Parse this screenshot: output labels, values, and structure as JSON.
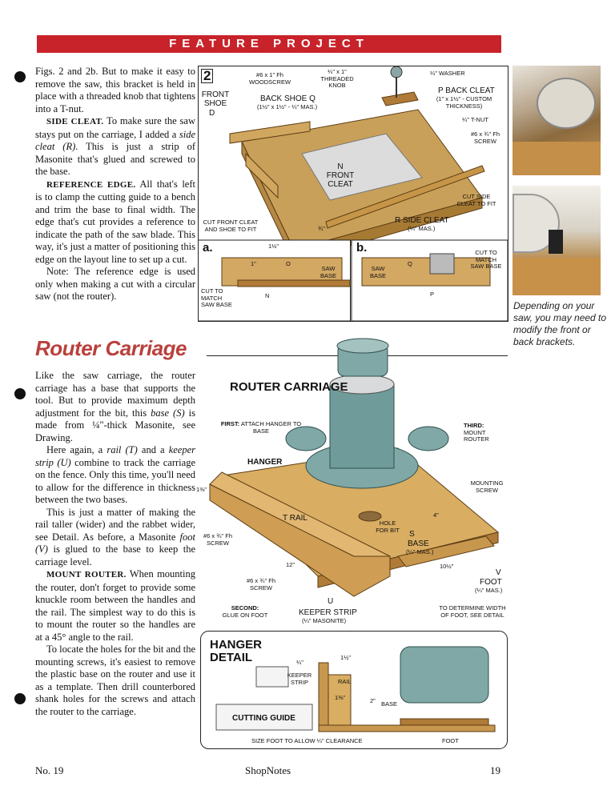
{
  "banner": "FEATURE PROJECT",
  "top_text": {
    "p1": "Figs. 2 and 2b. But to make it easy to remove the saw, this bracket is held in place with a threaded knob that tightens into a T-nut.",
    "p2_head": "SIDE CLEAT.",
    "p2_a": " To make sure the saw stays put on the carriage, I added a ",
    "p2_em": "side cleat (R)",
    "p2_b": ". This is just a strip of Masonite that's glued and screwed to the base.",
    "p3_head": "REFERENCE EDGE.",
    "p3": " All that's left is to clamp the cutting guide to a bench and trim the base to final width. The edge that's cut provides a reference to indicate the path of the saw blade. This way, it's just a matter of positioning this edge on the layout line to set up a cut.",
    "p4": "Note: The reference edge is used only when making a cut with a circular saw (not the router)."
  },
  "section_title": "Router Carriage",
  "bottom_text": {
    "p1_a": "Like the saw carriage, the router carriage has a base that supports the tool. But to provide maximum depth adjustment for the bit, this ",
    "p1_em": "base (S)",
    "p1_b": " is made from ¼\"-thick Masonite, see Drawing.",
    "p2_a": "Here again, a ",
    "p2_em1": "rail (T)",
    "p2_b": " and a ",
    "p2_em2": "keeper strip (U)",
    "p2_c": " combine to track the carriage on the fence. Only this time, you'll need to allow for the difference in thickness between the two bases.",
    "p3": "This is just a matter of making the rail taller (wider) and the rabbet wider, see Detail. As before, a Masonite ",
    "p3_em": "foot (V)",
    "p3_b": " is glued to the base to keep the carriage level.",
    "p4_head": "MOUNT ROUTER.",
    "p4": " When mounting the router, don't forget to provide some knuckle room between the handles and the rail. The simplest way to do this is to mount the router so the handles are at a 45° angle to the rail.",
    "p5": "To locate the holes for the bit and the mounting screws, it's easiest to remove the plastic base on the router and use it as a template. Then drill counterbored shank holes for the screws and attach the router to the carriage."
  },
  "caption": "Depending on your saw, you may need to modify the front or back brackets.",
  "fig2": {
    "number": "2",
    "front_shoe": "FRONT SHOE",
    "front_shoe_key": "D",
    "woodscrew": "#6 x 1\" Fh WOODSCREW",
    "threaded_knob": "¼\" x 1\" THREADED KNOB",
    "washer": "¼\" WASHER",
    "back_cleat": "BACK CLEAT",
    "back_cleat_key": "P",
    "back_cleat_dims": "(1\" x 1½\" - CUSTOM THICKNESS)",
    "back_shoe": "BACK SHOE",
    "back_shoe_key": "Q",
    "back_shoe_dims": "(1½\" x 1½\" - ¼\" MAS.)",
    "tnut": "¼\" T-NUT",
    "screw": "#6 x ¾\" Fh SCREW",
    "front_cleat": "FRONT CLEAT",
    "front_cleat_key": "N",
    "cut_side": "CUT SIDE CLEAT TO FIT",
    "side_cleat": "SIDE CLEAT",
    "side_cleat_key": "R",
    "side_cleat_dims": "(¼\" MAS.)",
    "cut_front": "CUT FRONT CLEAT AND SHOE TO FIT",
    "dim_34": "¾\"",
    "a_label": "a.",
    "a_dim_top": "1½\"",
    "a_dim_1": "1\"",
    "a_key_o": "O",
    "a_saw_base": "SAW BASE",
    "a_key_n": "N",
    "a_cut": "CUT TO MATCH SAW BASE",
    "b_label": "b.",
    "b_saw_base": "SAW BASE",
    "b_key_q": "Q",
    "b_key_p": "P",
    "b_cut": "CUT TO MATCH SAW BASE"
  },
  "router_fig": {
    "title": "ROUTER CARRIAGE",
    "first_head": "FIRST:",
    "first": "ATTACH HANGER TO BASE",
    "third_head": "THIRD:",
    "third": "MOUNT ROUTER",
    "hanger": "HANGER",
    "mounting_screw": "MOUNTING SCREW",
    "dim_138": "1⅜\"",
    "rail": "RAIL",
    "rail_key": "T",
    "hole": "HOLE FOR BIT",
    "base": "BASE",
    "base_key": "S",
    "base_dims": "(¼\" MAS.)",
    "dim_4": "4\"",
    "screw1": "#6 x ¾\" Fh SCREW",
    "dim_12": "12\"",
    "dim_10": "10½\"",
    "foot": "FOOT",
    "foot_key": "V",
    "foot_dims": "(¼\" MAS.)",
    "screw2": "#6 x ¾\" Fh SCREW",
    "second_head": "SECOND:",
    "second": "GLUE ON FOOT",
    "keeper": "KEEPER STRIP",
    "keeper_key": "U",
    "keeper_dims": "(¼\" MASONITE)",
    "determine": "TO DETERMINE WIDTH OF FOOT, SEE DETAIL"
  },
  "hanger_detail": {
    "title": "HANGER DETAIL",
    "dim_14": "¼\"",
    "dim_112": "1½\"",
    "keeper": "KEEPER STRIP",
    "rail": "RAIL",
    "dim_138": "1⅜\"",
    "dim_2": "2\"",
    "base": "BASE",
    "cutting_guide": "CUTTING GUIDE",
    "size_foot": "SIZE FOOT TO ALLOW ¼\" CLEARANCE",
    "foot": "FOOT"
  },
  "footer": {
    "issue": "No. 19",
    "brand": "ShopNotes",
    "page": "19"
  },
  "colors": {
    "banner": "#c8232a",
    "title": "#b9403c",
    "wood": "#c89a4e",
    "router": "#6f9c9a"
  }
}
